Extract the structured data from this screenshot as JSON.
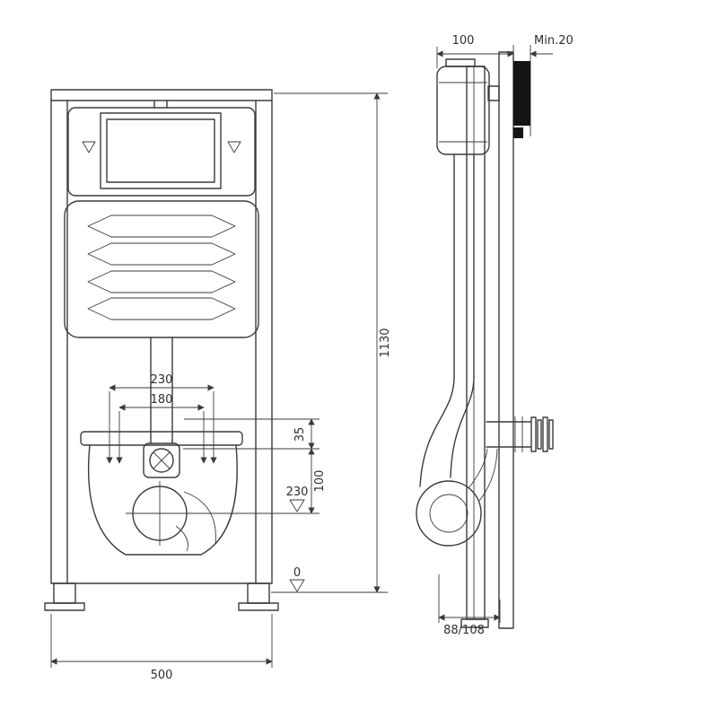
{
  "drawing": {
    "colors": {
      "line": "#3b3b3b",
      "background": "#ffffff",
      "solid_fill": "#151515"
    },
    "labels": {
      "front": {
        "width": "500",
        "height": "1130",
        "pipe_span_outer": "230",
        "pipe_span_inner": "180",
        "inlet_offset": "35",
        "inlet_to_outlet": "100",
        "outlet_height_datum": "230",
        "floor_datum": "0"
      },
      "side": {
        "depth": "100",
        "min_clearance": "Min.20",
        "outlet_size": "88/108"
      }
    }
  }
}
